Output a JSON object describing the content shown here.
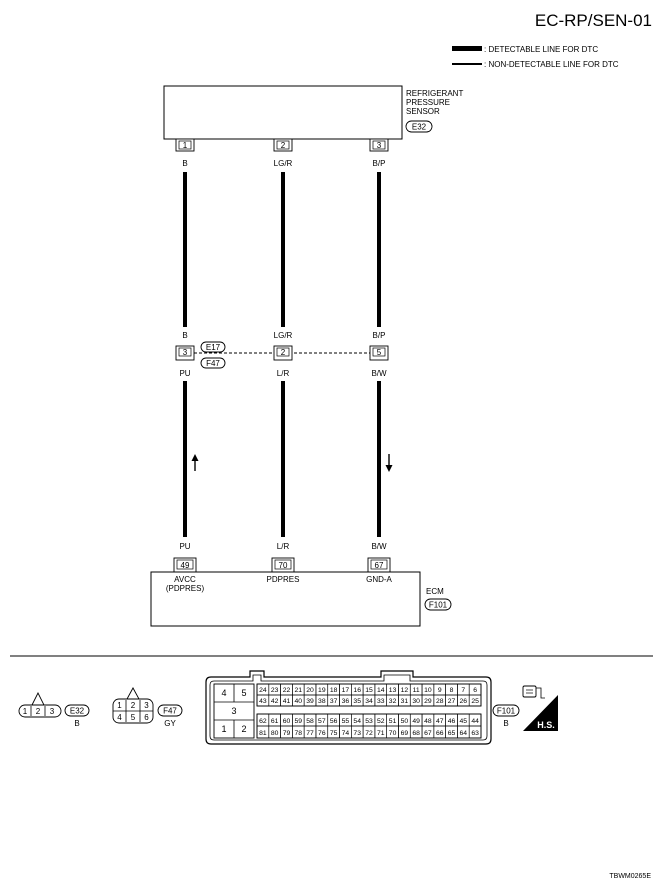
{
  "header": {
    "page_code": "EC-RP/SEN-01"
  },
  "legend": {
    "detectable": ": DETECTABLE LINE FOR DTC",
    "non_detectable": ": NON-DETECTABLE LINE FOR DTC"
  },
  "sensor": {
    "name_lines": [
      "REFRIGERANT",
      "PRESSURE",
      "SENSOR"
    ],
    "connector": "E32",
    "pins": [
      "1",
      "2",
      "3"
    ],
    "wire_colors": [
      "B",
      "LG/R",
      "B/P"
    ]
  },
  "joint": {
    "connector_top": "E17",
    "connector_bottom": "F47",
    "pins": [
      "3",
      "2",
      "5"
    ],
    "upper_colors": [
      "B",
      "LG/R",
      "B/P"
    ],
    "lower_colors": [
      "PU",
      "L/R",
      "B/W"
    ]
  },
  "ecm": {
    "name": "ECM",
    "connector": "F101",
    "pins": [
      "49",
      "70",
      "67"
    ],
    "wire_colors": [
      "PU",
      "L/R",
      "B/W"
    ],
    "terminal_labels": [
      "AVCC",
      "PDPRES",
      "GND-A"
    ],
    "terminal_sublabel": "(PDPRES)"
  },
  "connector_views": {
    "e32": {
      "id": "E32",
      "color": "B",
      "pins": [
        "1",
        "2",
        "3"
      ]
    },
    "f47": {
      "id": "F47",
      "color": "GY",
      "pins_top": [
        "1",
        "2",
        "3"
      ],
      "pins_bottom": [
        "4",
        "5",
        "6"
      ]
    },
    "f101": {
      "id": "F101",
      "color": "B",
      "left_pins": [
        "4",
        "5",
        "3",
        "1",
        "2"
      ],
      "row1": [
        "24",
        "23",
        "22",
        "21",
        "20",
        "19",
        "18",
        "17",
        "16",
        "15",
        "14",
        "13",
        "12",
        "11",
        "10",
        "9",
        "8",
        "7",
        "6"
      ],
      "row2": [
        "43",
        "42",
        "41",
        "40",
        "39",
        "38",
        "37",
        "36",
        "35",
        "34",
        "33",
        "32",
        "31",
        "30",
        "29",
        "28",
        "27",
        "26",
        "25"
      ],
      "row3": [
        "62",
        "61",
        "60",
        "59",
        "58",
        "57",
        "56",
        "55",
        "54",
        "53",
        "52",
        "51",
        "50",
        "49",
        "48",
        "47",
        "46",
        "45",
        "44"
      ],
      "row4": [
        "81",
        "80",
        "79",
        "78",
        "77",
        "76",
        "75",
        "74",
        "73",
        "72",
        "71",
        "70",
        "69",
        "68",
        "67",
        "66",
        "65",
        "64",
        "63"
      ]
    },
    "hs_label": "H.S."
  },
  "figure_id": "TBWM0265E"
}
